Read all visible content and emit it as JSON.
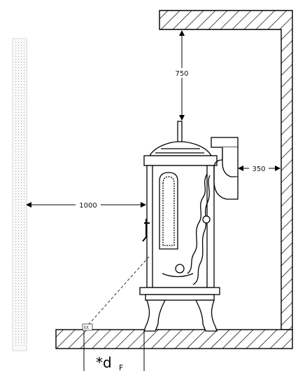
{
  "dimensions": {
    "top_clearance": "750",
    "rear_clearance": "350",
    "side_clearance": "1000"
  },
  "floor_label": {
    "main": "*d",
    "subscript": "F"
  },
  "floor_marker": "XX",
  "colors": {
    "line": "#000000",
    "hatch": "#000000",
    "background": "#ffffff"
  }
}
